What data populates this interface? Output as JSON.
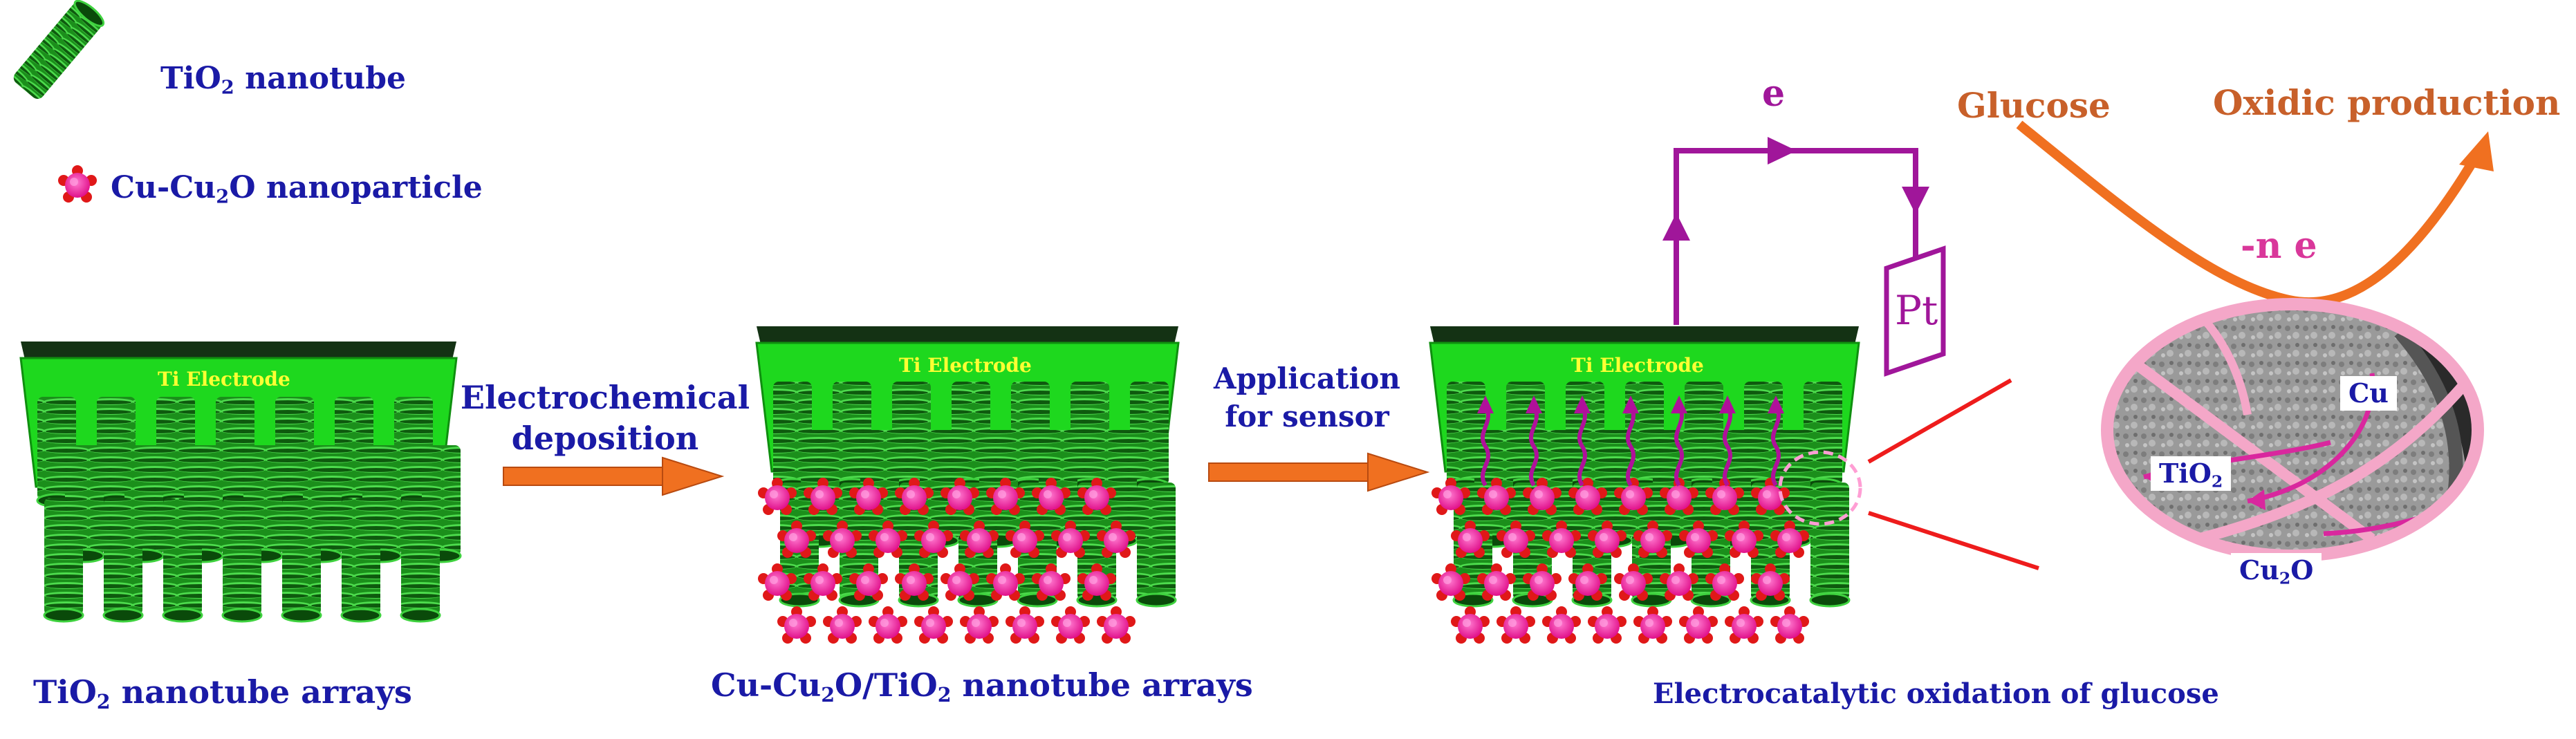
{
  "legend": {
    "nanotube": {
      "pre": "TiO",
      "sub": "2",
      "post": " nanotube"
    },
    "nanoparticle": {
      "pre": "Cu-Cu",
      "sub": "2",
      "post": "O nanoparticle"
    }
  },
  "stage1": {
    "electrode": "Ti Electrode",
    "caption": {
      "pre": "TiO",
      "sub": "2",
      "post": " nanotube arrays"
    }
  },
  "arrow1": {
    "line1": "Electrochemical",
    "line2": "deposition"
  },
  "stage2": {
    "electrode": "Ti Electrode",
    "caption": {
      "pre": "Cu-Cu",
      "sub1": "2",
      "mid": "O/TiO",
      "sub2": "2",
      "post": " nanotube arrays"
    }
  },
  "arrow2": {
    "line1": "Application",
    "line2": "for sensor"
  },
  "stage3": {
    "electrode": "Ti Electrode",
    "caption": "Electrocatalytic oxidation of glucose"
  },
  "circuit": {
    "electron": "e",
    "counter_electrode": "Pt"
  },
  "reaction": {
    "reactant": "Glucose",
    "product": "Oxidic production",
    "electrons": "-n e"
  },
  "inset": {
    "cu": "Cu",
    "tio2": {
      "pre": "TiO",
      "sub": "2"
    },
    "cu2o": {
      "pre": "Cu",
      "sub": "2",
      "post": "O"
    }
  },
  "colors": {
    "tube_green": "#1f9e1f",
    "electrode_green": "#1ed81e",
    "electrode_top": "#143214",
    "particle_magenta": "#ff1fa0",
    "particle_red": "#e01818",
    "circuit_purple": "#a0169a",
    "arrow_orange": "#f07020",
    "label_blue": "#1a1aa6"
  },
  "icons": [
    "nanotube-icon",
    "nanoparticle-icon",
    "right-arrow-icon",
    "electron-flow-arrow-icon",
    "pt-electrode-icon",
    "reaction-arrow-icon"
  ]
}
